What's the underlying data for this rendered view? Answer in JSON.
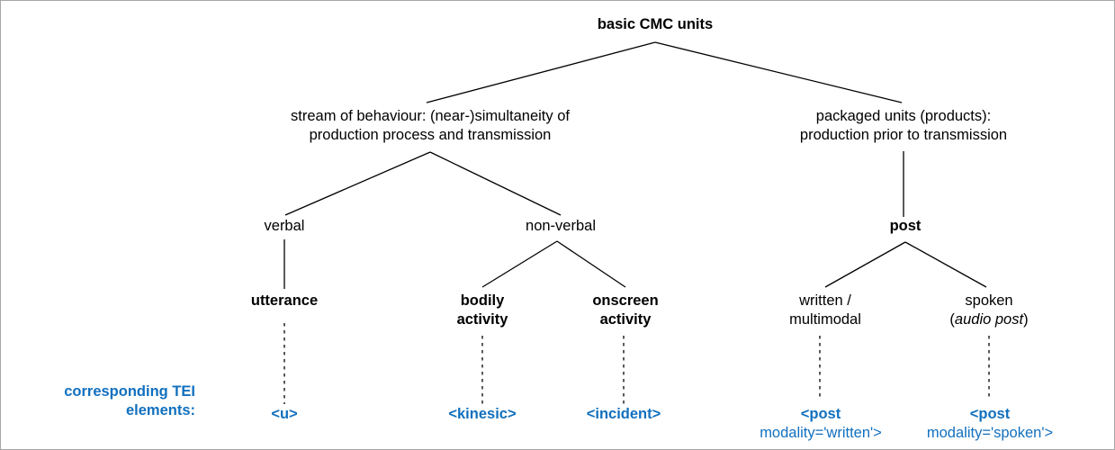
{
  "diagram": {
    "title": "basic CMC units",
    "accent_color": "#1270be",
    "line_color": "#000000",
    "border_color": "#a6a6a6",
    "nodes": {
      "root": "basic CMC units",
      "stream_line1": "stream of behaviour: (near-)simultaneity of",
      "stream_line2": "production process and transmission",
      "packaged_line1": "packaged units (products):",
      "packaged_line2": "production prior to transmission",
      "verbal": "verbal",
      "non_verbal": "non-verbal",
      "post": "post",
      "utterance": "utterance",
      "bodily_line1": "bodily",
      "bodily_line2": "activity",
      "onscreen_line1": "onscreen",
      "onscreen_line2": "activity",
      "written_line1": "written /",
      "written_line2": "multimodal",
      "spoken_line1": "spoken",
      "spoken_line2_open": "(",
      "spoken_line2_italic": "audio post",
      "spoken_line2_close": ")"
    },
    "tei": {
      "legend_line1": "corresponding TEI",
      "legend_line2": "elements:",
      "u": "<u>",
      "kinesic": "<kinesic>",
      "incident": "<incident>",
      "post_written_tag": "<post",
      "post_written_attr": "modality='written'>",
      "post_spoken_tag": "<post",
      "post_spoken_attr": "modality='spoken'>"
    }
  }
}
